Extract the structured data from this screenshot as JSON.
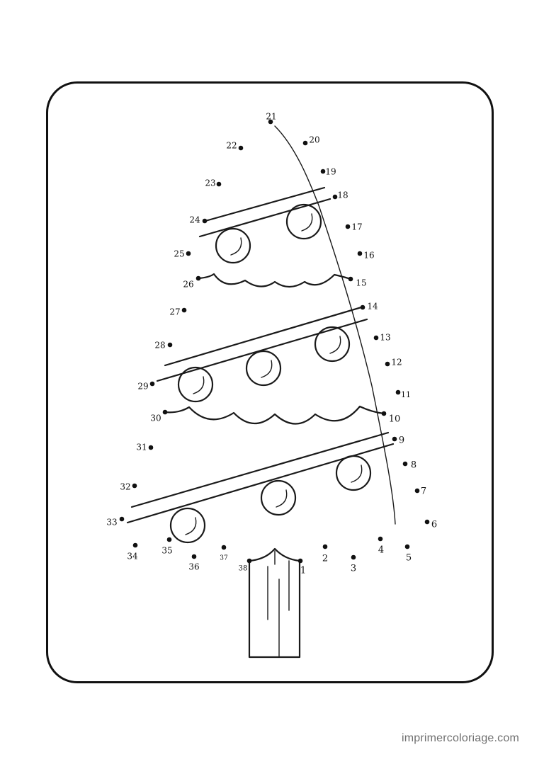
{
  "points": [
    {
      "label": "1"
    },
    {
      "label": "2"
    },
    {
      "label": "3"
    },
    {
      "label": "4"
    },
    {
      "label": "5"
    },
    {
      "label": "6"
    },
    {
      "label": "7"
    },
    {
      "label": "8"
    },
    {
      "label": "9"
    },
    {
      "label": "10"
    },
    {
      "label": "11"
    },
    {
      "label": "12"
    },
    {
      "label": "13"
    },
    {
      "label": "14"
    },
    {
      "label": "15"
    },
    {
      "label": "16"
    },
    {
      "label": "17"
    },
    {
      "label": "18"
    },
    {
      "label": "19"
    },
    {
      "label": "20"
    },
    {
      "label": "21"
    },
    {
      "label": "22"
    },
    {
      "label": "23"
    },
    {
      "label": "24"
    },
    {
      "label": "25"
    },
    {
      "label": "26"
    },
    {
      "label": "27"
    },
    {
      "label": "28"
    },
    {
      "label": "29"
    },
    {
      "label": "30"
    },
    {
      "label": "31"
    },
    {
      "label": "32"
    },
    {
      "label": "33"
    },
    {
      "label": "34"
    },
    {
      "label": "35"
    },
    {
      "label": "36"
    },
    {
      "label": "37"
    },
    {
      "label": "38"
    }
  ],
  "watermark": "imprimercoloriage.com"
}
